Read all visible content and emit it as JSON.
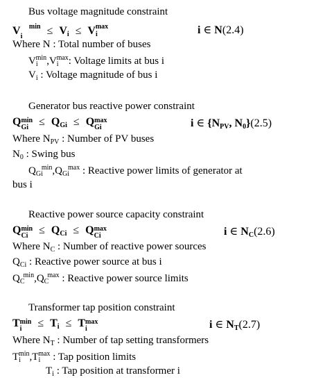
{
  "s1": {
    "heading": "Bus voltage magnitude constraint",
    "eq_number": "(2.4)",
    "where_label": "Where N",
    "n_desc": ": Total number of buses",
    "limits_desc": ": Voltage limits at bus i",
    "v_desc": ": Voltage magnitude of bus i"
  },
  "s2": {
    "heading": "Generator bus reactive power constraint",
    "eq_number": "(2.5)",
    "where_label": "Where N",
    "npv_desc": ": Number of PV buses",
    "n0_desc": ": Swing bus",
    "limits_desc": " : Reactive power limits of generator at",
    "limits_cont": "bus i"
  },
  "s3": {
    "heading": "Reactive power source capacity constraint",
    "eq_number": "(2.6)",
    "where_label": "Where N",
    "nc_desc": ": Number of reactive power sources",
    "qci_desc": ": Reactive power source at bus i",
    "limits_desc": " : Reactive power source limits"
  },
  "s4": {
    "heading": "Transformer tap position constraint",
    "eq_number": "(2.7)",
    "where_label": "Where N",
    "nt_desc": ": Number of tap setting transformers",
    "limits_desc": " : Tap position limits",
    "ti_desc": ": Tap position at transformer i"
  },
  "sym": {
    "min": "min",
    "max": "max",
    "i": "i",
    "leq": "≤",
    "in": "∈",
    "comma": ",",
    "V": "V",
    "Q": "Q",
    "T": "T",
    "N": "N",
    "Gi": "Gi",
    "Ci": "Ci",
    "C": "C",
    "PV": "PV",
    "T_sub": "T",
    "zero": "0"
  }
}
